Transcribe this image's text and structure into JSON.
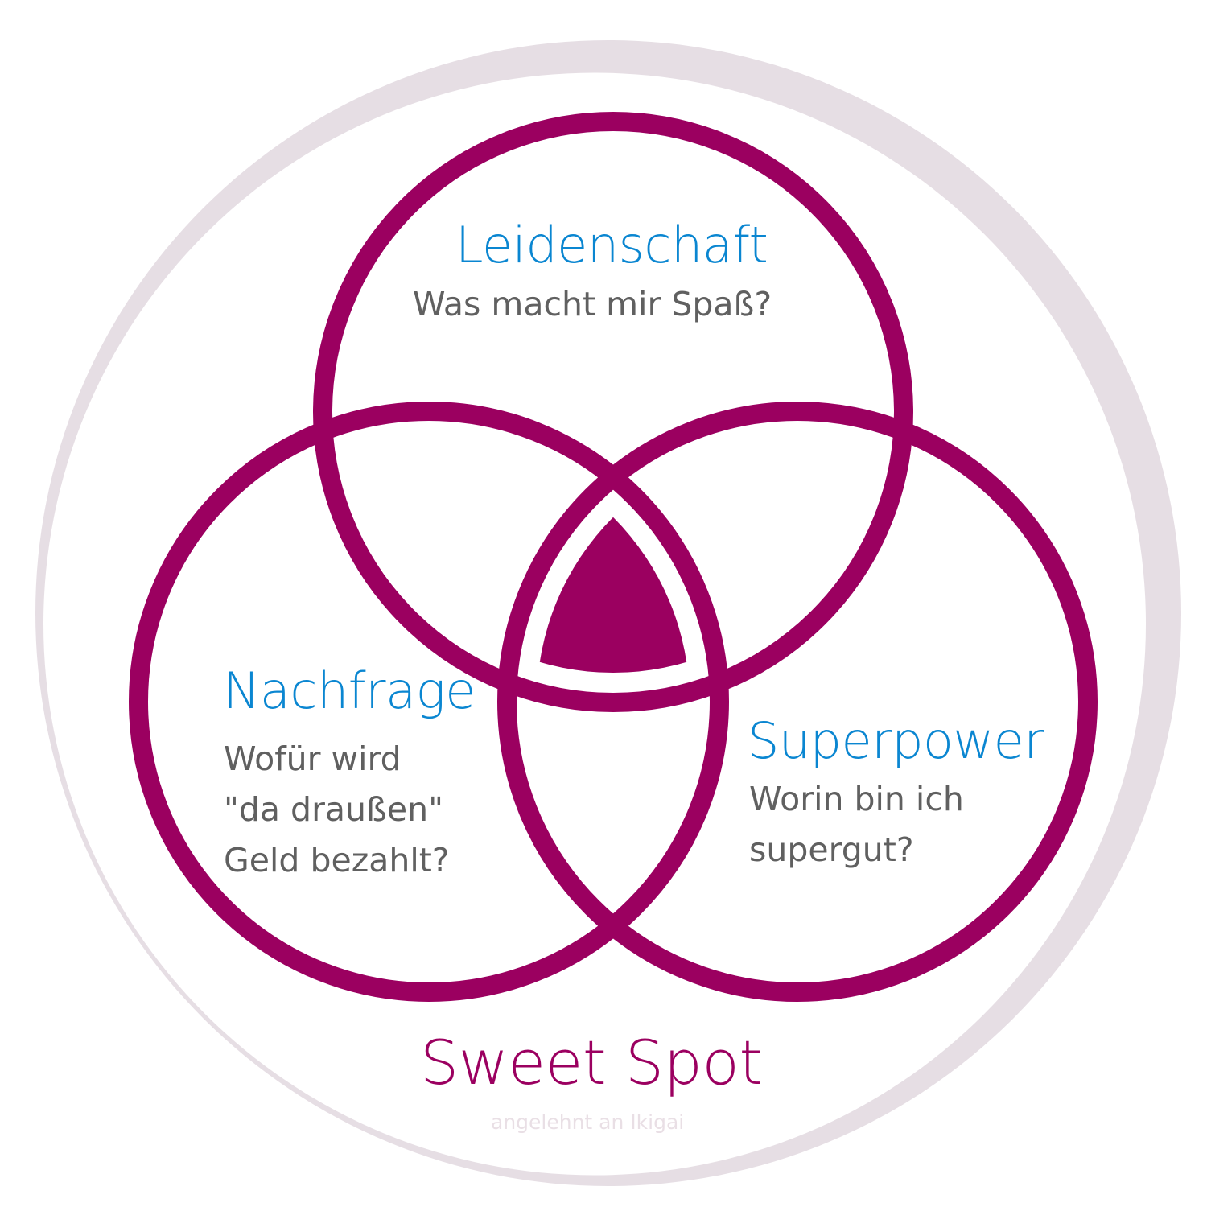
{
  "colors": {
    "ring": "#e6dee4",
    "venn_stroke": "#9b0060",
    "sweet_spot_fill": "#9b0060",
    "heading_blue": "#0a86d1",
    "question_gray": "#606060",
    "caption_pink": "#9b0060",
    "credit": "#e9dfe5"
  },
  "circles": [
    {
      "id": "leidenschaft",
      "title": "Leidenschaft",
      "question_lines": [
        "Was macht mir Spaß?"
      ]
    },
    {
      "id": "nachfrage",
      "title": "Nachfrage",
      "question_lines": [
        "Wofür wird",
        "\"da draußen\"",
        "Geld bezahlt?"
      ]
    },
    {
      "id": "superpower",
      "title": "Superpower",
      "question_lines": [
        "Worin bin ich",
        "supergut?"
      ]
    }
  ],
  "center": {
    "label": "Sweet Spot"
  },
  "footer": {
    "credit": "angelehnt an Ikigai"
  }
}
